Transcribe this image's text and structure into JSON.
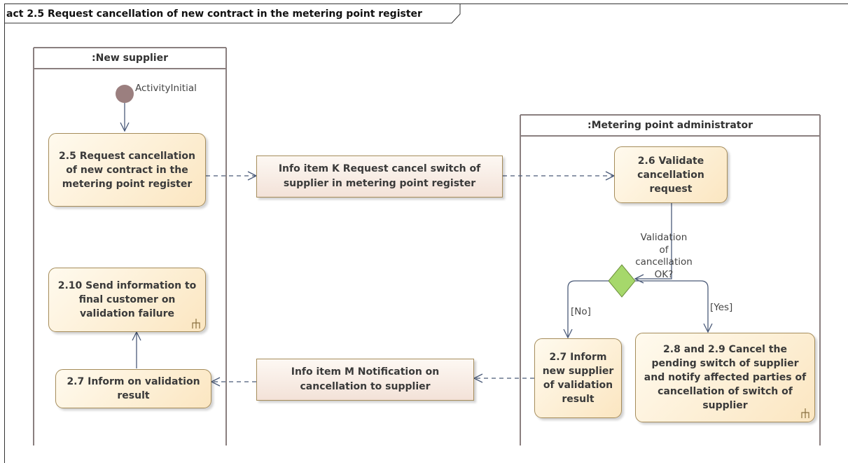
{
  "frame": {
    "title": "act 2.5 Request cancellation of new contract in the metering point register"
  },
  "lanes": {
    "new_supplier": {
      "title": ":New supplier"
    },
    "mpa": {
      "title": ":Metering point administrator"
    }
  },
  "initial_node": {
    "label": "ActivityInitial"
  },
  "actions": {
    "a25": "2.5 Request cancellation of new contract in the metering point register",
    "a210": "2.10 Send information to final customer on validation failure",
    "a27_left": "2.7 Inform on validation result",
    "a26": "2.6 Validate cancellation request",
    "a27_right": "2.7 Inform new supplier of validation result",
    "a289": "2.8 and 2.9 Cancel the pending switch of supplier and notify affected parties of cancellation of switch of supplier"
  },
  "objects": {
    "item_k": "Info item K Request cancel switch of supplier in metering point register",
    "item_m": "Info item M Notification on cancellation to supplier"
  },
  "decision": {
    "label_lines": [
      "Validation",
      "of",
      "cancellation",
      "OK?"
    ],
    "guard_no": "[No]",
    "guard_yes": "[Yes]"
  },
  "colors": {
    "action_fill": "#fbe6c1",
    "decision_fill": "#a6d86b",
    "initial_node": "#9b7f7f",
    "edge": "#4a5a78"
  }
}
